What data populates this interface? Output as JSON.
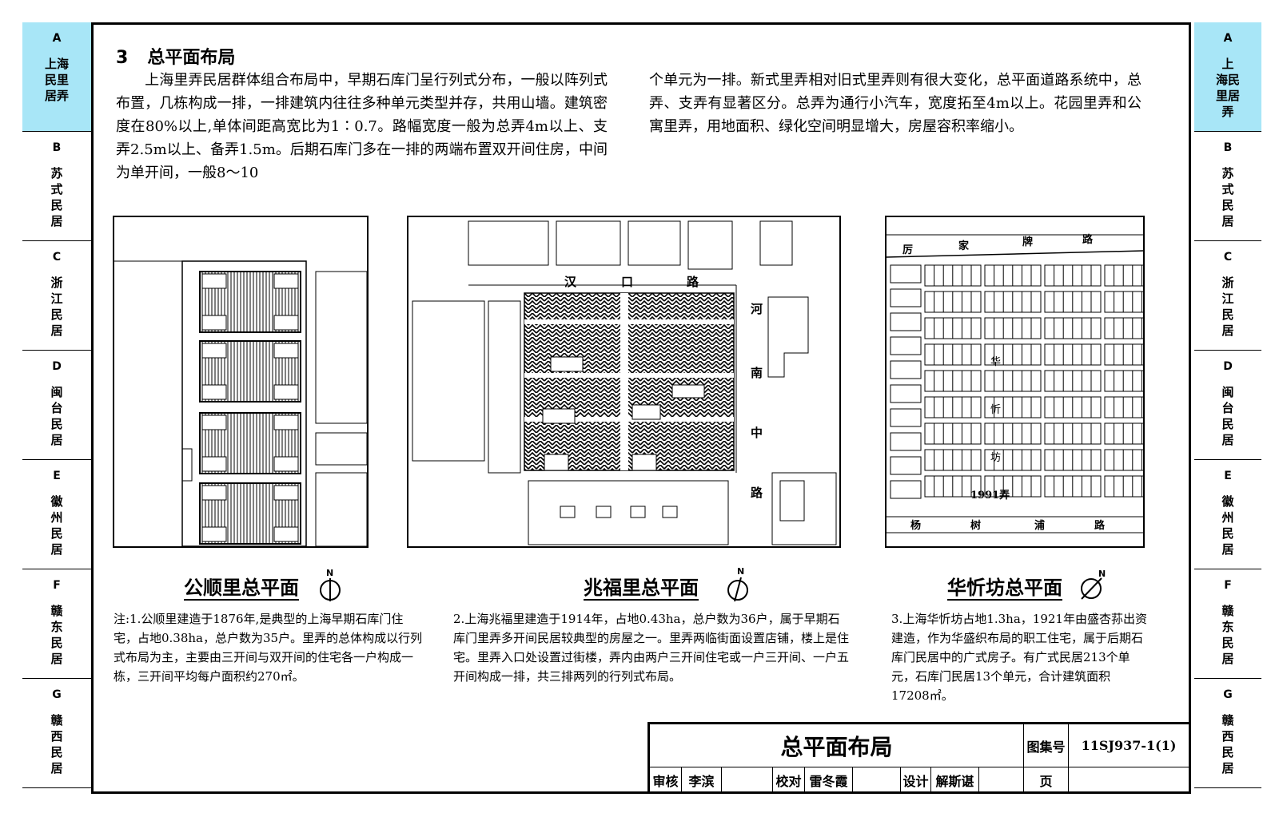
{
  "left_tabs": [
    {
      "letter": "A",
      "lines": [
        "上海",
        "民里",
        "居弄"
      ],
      "active": true
    },
    {
      "letter": "B",
      "text": "苏式民居",
      "active": false
    },
    {
      "letter": "C",
      "text": "浙江民居",
      "active": false
    },
    {
      "letter": "D",
      "text": "闽台民居",
      "active": false
    },
    {
      "letter": "E",
      "text": "徽州民居",
      "active": false
    },
    {
      "letter": "F",
      "text": "赣东民居",
      "active": false
    },
    {
      "letter": "G",
      "text": "赣西民居",
      "active": false
    }
  ],
  "right_tabs": [
    {
      "letter": "A",
      "lines": [
        "上",
        "海民",
        "里居",
        "弄"
      ],
      "active": true
    },
    {
      "letter": "B",
      "text": "苏式民居",
      "active": false
    },
    {
      "letter": "C",
      "text": "浙江民居",
      "active": false
    },
    {
      "letter": "D",
      "text": "闽台民居",
      "active": false
    },
    {
      "letter": "E",
      "text": "徽州民居",
      "active": false
    },
    {
      "letter": "F",
      "text": "赣东民居",
      "active": false
    },
    {
      "letter": "G",
      "text": "赣西民居",
      "active": false
    }
  ],
  "section": {
    "number": "3",
    "title": "总平面布局"
  },
  "paragraph_left": "　　上海里弄民居群体组合布局中，早期石库门呈行列式分布，一般以阵列式布置，几栋构成一排，一排建筑内往往多种单元类型并存，共用山墙。建筑密度在80%以上,单体间距高宽比为1∶0.7。路幅宽度一般为总弄4m以上、支弄2.5m以上、备弄1.5m。后期石库门多在一排的两端布置双开间住房，中间为单开间，一般8～10",
  "paragraph_right": "个单元为一排。新式里弄相对旧式里弄则有很大变化，总平面道路系统中，总弄、支弄有显著区分。总弄为通行小汽车，宽度拓至4m以上。花园里弄和公寓里弄，用地面积、绿化空间明显增大，房屋容积率缩小。",
  "plans": [
    {
      "title": "公顺里总平面",
      "north": "N"
    },
    {
      "title": "兆福里总平面",
      "north": "N",
      "labels": {
        "road_top": [
          "汉",
          "口",
          "路"
        ],
        "road_right": [
          "河",
          "南",
          "中",
          "路"
        ]
      }
    },
    {
      "title": "华忻坊总平面",
      "north": "N",
      "labels": {
        "road_top": [
          "厉",
          "家",
          "牌",
          "路"
        ],
        "road_bottom": [
          "杨",
          "树",
          "浦",
          "路"
        ],
        "lane": "1991弄",
        "lane_chars": [
          "华",
          "忻",
          "坊"
        ]
      }
    }
  ],
  "notes": [
    {
      "prefix": "注:1.",
      "text": "公顺里建造于1876年,是典型的上海早期石库门住宅，占地0.38ha，总户数为35户。里弄的总体构成以行列式布局为主，主要由三开间与双开间的住宅各一户构成一栋，三开间平均每户面积约270㎡。"
    },
    {
      "prefix": "2.",
      "text": "上海兆福里建造于1914年，占地0.43ha，总户数为36户，属于早期石库门里弄多开间民居较典型的房屋之一。里弄两临街面设置店铺，楼上是住宅。里弄入口处设置过街楼，弄内由两户三开间住宅或一户三开间、一户五开间构成一排，共三排两列的行列式布局。"
    },
    {
      "prefix": "3.",
      "text": "上海华忻坊占地1.3ha，1921年由盛杏荪出资建造，作为华盛织布局的职工住宅，属于后期石库门民居中的广式房子。有广式民居213个单元，石库门民居13个单元，合计建筑面积17208㎡。"
    }
  ],
  "titleblock": {
    "title": "总平面布局",
    "atlas_label": "图集号",
    "atlas_no": "11SJ937-1(1)",
    "review_label": "审核",
    "reviewer": "李滨",
    "check_label": "校对",
    "checker": "雷冬霞",
    "design_label": "设计",
    "designer": "解斯谌",
    "page_label": "页"
  }
}
